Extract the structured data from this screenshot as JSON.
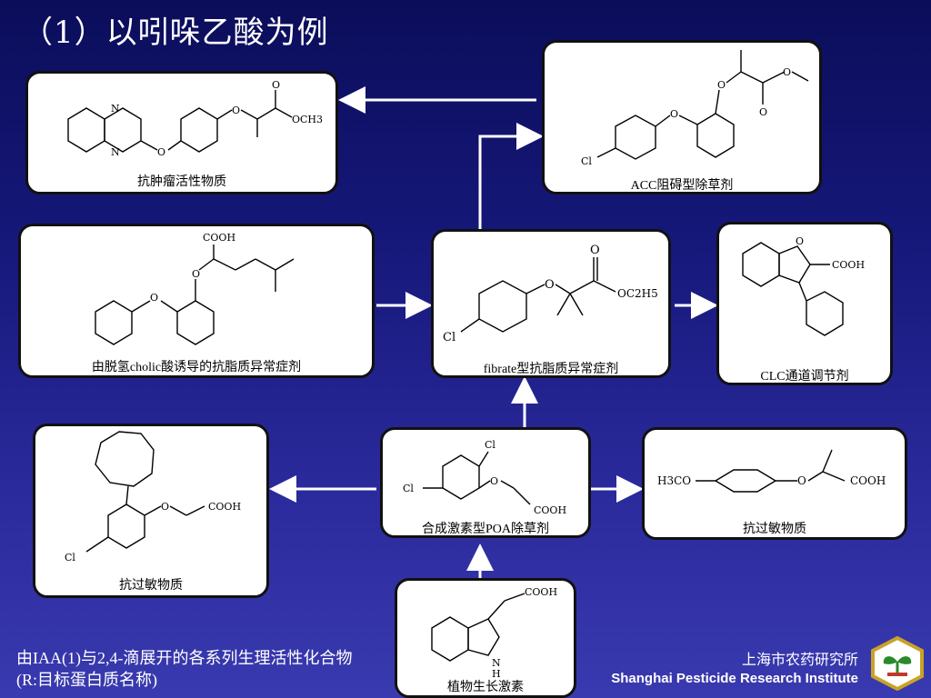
{
  "title": "（1）以吲哚乙酸为例",
  "footer": {
    "note_line1": "由IAA(1)与2,4-滴展开的各系列生理活性化合物",
    "note_line2": "(R:目标蛋白质名称)",
    "institute_cn": "上海市农药研究所",
    "institute_en": "Shanghai Pesticide Research Institute"
  },
  "cards": {
    "antitumor": {
      "label": "抗肿瘤活性物质"
    },
    "acc": {
      "label": "ACC阻碍型除草剂"
    },
    "cholic": {
      "label": "由脱氢cholic酸诱导的抗脂质异常症剂"
    },
    "fibrate": {
      "label": "fibrate型抗脂质异常症剂"
    },
    "clc": {
      "label": "CLC通道调节剂"
    },
    "antiallergy_left": {
      "label": "抗过敏物质"
    },
    "poa": {
      "label": "合成激素型POA除草剂"
    },
    "antiallergy_right": {
      "label": "抗过敏物质"
    },
    "growth": {
      "label": "植物生长激素"
    }
  },
  "atoms": {
    "N": "N",
    "O": "O",
    "OCH3": "OCH3",
    "Cl": "Cl",
    "COOH": "COOH",
    "OC2H5": "OC2H5",
    "H3CO": "H3CO",
    "H": "H"
  },
  "colors": {
    "accent": "#ffffff",
    "card_border": "#111111",
    "bg_top": "#0b0d5a",
    "bg_bottom": "#3a3ab0"
  }
}
